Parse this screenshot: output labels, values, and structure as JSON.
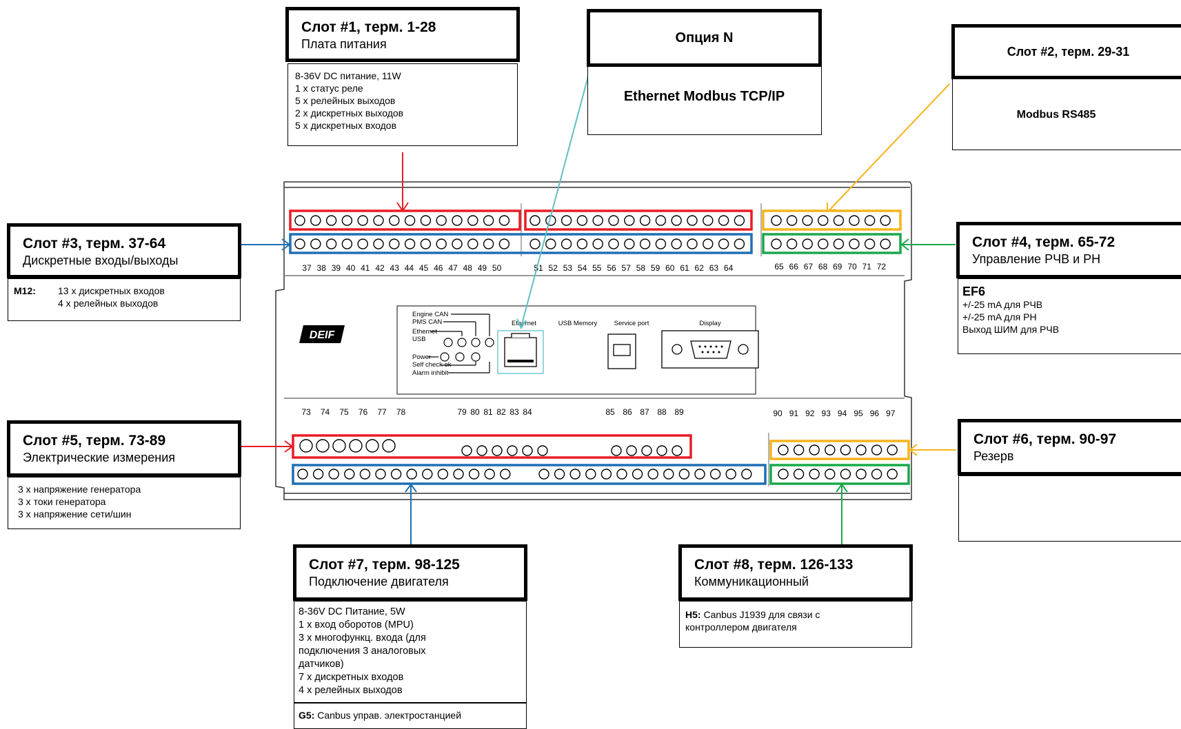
{
  "slot1": {
    "title": "Слот #1, терм.",
    "range": "1-28",
    "subtitle": "Плата питания",
    "lines": [
      "8-36V DC питание, 11W",
      "1 x статус реле",
      "5 x релейных выходов",
      "2 x дискретных выходов",
      "5 x дискретных входов"
    ]
  },
  "option_n": {
    "title": "Опция N",
    "body": "Ethernet Modbus TCP/IP"
  },
  "slot2": {
    "title": "Слот #2, терм. 29-31",
    "body": "Modbus RS485"
  },
  "slot3": {
    "title": "Слот #3, терм.",
    "range": "37-64",
    "subtitle": "Дискретные входы/выходы",
    "code": "M12:",
    "lines": [
      "13 x дискретных входов",
      "4 x релейных выходов"
    ]
  },
  "slot4": {
    "title": "Слот #4, терм.",
    "range": "65-72",
    "subtitle": "Управление РЧВ и РН",
    "code": "EF6",
    "lines": [
      "+/-25 mA для РЧВ",
      "+/-25 mA для РН",
      "Выход ШИМ для РЧВ"
    ]
  },
  "slot5": {
    "title": "Слот #5, терм.",
    "range": "73-89",
    "subtitle": "Электрические измерения",
    "lines": [
      "3 x напряжение генератора",
      "3 x токи генератора",
      "3 x напряжение сети/шин"
    ]
  },
  "slot6": {
    "title": "Слот #6, терм.",
    "range": "90-97",
    "subtitle": "Резерв"
  },
  "slot7": {
    "title": "Слот #7, терм.",
    "range": "98-125",
    "subtitle": "Подключение двигателя",
    "lines": [
      "8-36V DC Питание, 5W",
      "1 x вход оборотов (MPU)",
      "3 x многофункц. входа (для",
      "подключения 3 аналоговых",
      "датчиков)",
      "7 x дискретных входов",
      "4 x релейных выходов"
    ],
    "footer_code": "G5:",
    "footer": "Canbus управ. электростанцией"
  },
  "slot8": {
    "title": "Слот #8, терм.",
    "range": "126-133",
    "subtitle": "Коммуникационный",
    "code": "H5:",
    "lines": [
      "Canbus J1939 для связи с",
      "контроллером двигателя"
    ]
  },
  "device": {
    "brand": "DEIF",
    "top_terminal_numbers_left": [
      "37",
      "38",
      "39",
      "40",
      "41",
      "42",
      "43",
      "44",
      "45",
      "46",
      "47",
      "48",
      "49",
      "50"
    ],
    "top_terminal_numbers_right": [
      "51",
      "52",
      "53",
      "54",
      "55",
      "56",
      "57",
      "58",
      "59",
      "60",
      "61",
      "62",
      "63",
      "64"
    ],
    "top_terminal_numbers_slot4": [
      "65",
      "66",
      "67",
      "68",
      "69",
      "70",
      "71",
      "72"
    ],
    "bottom_terminal_numbers_a": [
      "73",
      "74",
      "75",
      "76",
      "77",
      "78"
    ],
    "bottom_terminal_numbers_b": [
      "79",
      "80",
      "81",
      "82",
      "83",
      "84"
    ],
    "bottom_terminal_numbers_c": [
      "85",
      "86",
      "87",
      "88",
      "89"
    ],
    "bottom_terminal_numbers_d": [
      "90",
      "91",
      "92",
      "93",
      "94",
      "95",
      "96",
      "97"
    ],
    "leds_top": [
      "Engine CAN",
      "PMS CAN",
      "Ethernet",
      "USB"
    ],
    "leds_bottom": [
      "Power",
      "Self check ok",
      "Alarm inhibit"
    ],
    "ports": [
      "Ethernet",
      "USB Memory",
      "Service port",
      "Display"
    ]
  },
  "colors": {
    "red": "#e81c24",
    "blue": "#1f6fb5",
    "orange": "#f5b41b",
    "green": "#1aa84a",
    "teal": "#5fbfc4"
  }
}
